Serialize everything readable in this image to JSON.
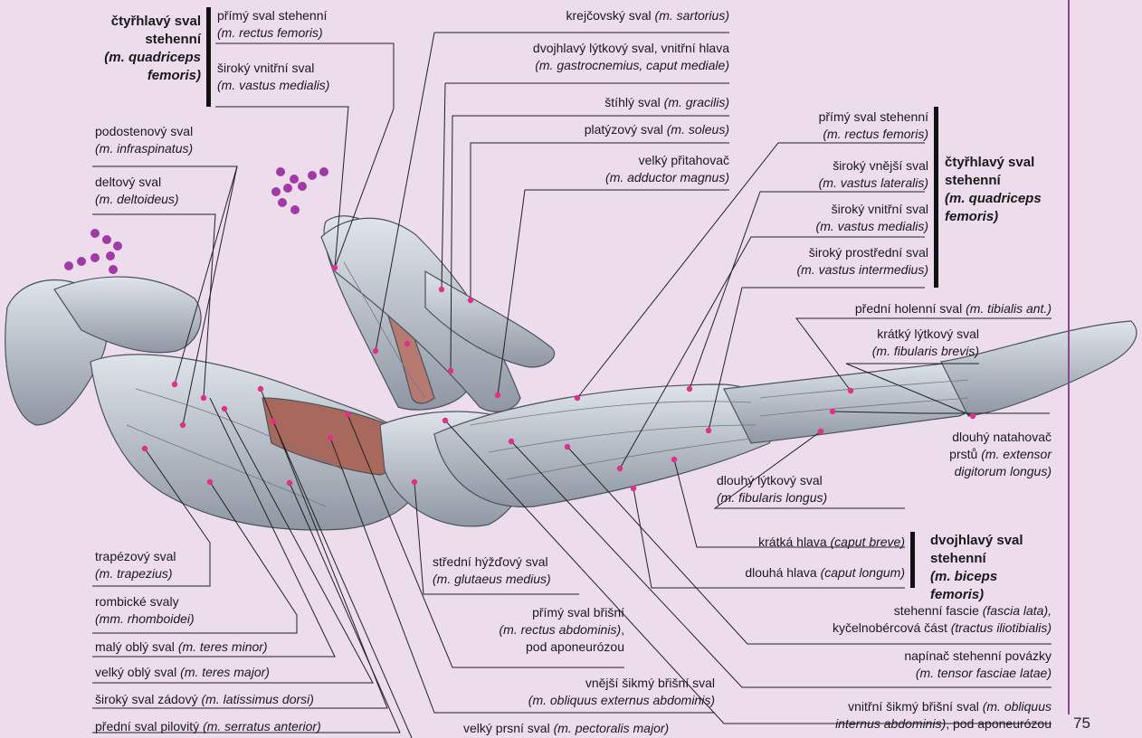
{
  "page_number": "75",
  "colors": {
    "background": "#ecdcec",
    "rule": "#8c4596",
    "marker": "#e0308a",
    "ornament": "#a23aa6"
  },
  "groups": {
    "quad_left": {
      "title": "čtyřhlavý sval stehenní",
      "latin": "(m. quadriceps femoris)"
    },
    "quad_right": {
      "title": "čtyřhlavý sval stehenní",
      "latin": "(m. quadriceps femoris)"
    },
    "biceps": {
      "title": "dvojhlavý sval stehenní",
      "latin": "(m. biceps femoris)"
    }
  },
  "labels": {
    "rectus_femoris_l": {
      "cz": "přímý sval stehenní",
      "lat": "(m. rectus femoris)"
    },
    "vastus_medialis_l": {
      "cz": "široký vnitřní sval",
      "lat": "(m. vastus medialis)"
    },
    "infraspinatus": {
      "cz": "podostenový sval",
      "lat": "(m. infraspinatus)"
    },
    "deltoideus": {
      "cz": "deltový sval",
      "lat": "(m. deltoideus)"
    },
    "sartorius": {
      "cz": "krejčovský sval",
      "lat": "(m. sartorius)"
    },
    "gastrocnemius": {
      "cz": "dvojhlavý lýtkový sval, vnitřní hlava",
      "lat": "(m. gastrocnemius, caput mediale)"
    },
    "gracilis": {
      "cz": "štíhlý sval",
      "lat": "(m. gracilis)"
    },
    "soleus": {
      "cz": "platýzový sval",
      "lat": "(m. soleus)"
    },
    "adductor": {
      "cz": "velký přitahovač",
      "lat": "(m. adductor magnus)"
    },
    "rectus_femoris_r": {
      "cz": "přímý sval stehenní",
      "lat": "(m. rectus femoris)"
    },
    "vastus_lateralis": {
      "cz": "široký vnější sval",
      "lat": "(m. vastus lateralis)"
    },
    "vastus_medialis_r": {
      "cz": "široký vnitřní sval",
      "lat": "(m. vastus medialis)"
    },
    "vastus_intermedius": {
      "cz": "široký prostřední sval",
      "lat": "(m. vastus intermedius)"
    },
    "tibialis": {
      "cz": "přední holenní sval",
      "lat": "(m. tibialis ant.)"
    },
    "fibularis_brevis": {
      "cz": "krátký lýtkový sval",
      "lat": "(m. fibularis brevis)"
    },
    "ext_digitorum": {
      "cz1": "dlouhý natahovač",
      "cz2": "prstů",
      "lat1": "(m. extensor",
      "lat2": "digitorum longus)"
    },
    "fibularis_longus": {
      "cz": "dlouhý lýtkový sval",
      "lat": "(m. fibularis longus)"
    },
    "caput_breve": {
      "cz": "krátká hlava",
      "lat": "(caput breve)"
    },
    "caput_longum": {
      "cz": "dlouhá hlava",
      "lat": "(caput longum)"
    },
    "fascia_lata": {
      "cz1": "stehenní fascie",
      "lat1": "(fascia lata),",
      "cz2": "kyčelnobércová část",
      "lat2": "(tractus iliotibialis)"
    },
    "tensor": {
      "cz": "napínač stehenní povázky",
      "lat": "(m. tensor fasciae latae)"
    },
    "obliquus_int": {
      "cz1": "vnitřní šikmý břišní sval",
      "lat1": "(m. obliquus",
      "lat2": "internus abdominis)",
      "cz2": ", pod aponeurózou"
    },
    "gluteus": {
      "cz": "střední hýžďový sval",
      "lat": "(m. glutaeus medius)"
    },
    "rectus_abd": {
      "cz1": "přímý sval břišní",
      "lat": "(m. rectus abdominis)",
      "comma": ",",
      "cz2": "pod aponeurózou"
    },
    "obliquus_ext": {
      "cz": "vnější šikmý břišní sval",
      "lat": "(m. obliquus externus abdominis)"
    },
    "pectoralis": {
      "cz": "velký prsní sval",
      "lat": "(m. pectoralis major)"
    },
    "trapezius": {
      "cz": "trapézový sval",
      "lat": "(m. trapezius)"
    },
    "rhomboidei": {
      "cz": "rombické svaly",
      "lat": "(mm. rhomboidei)"
    },
    "teres_minor": {
      "cz": "malý oblý sval",
      "lat": "(m. teres minor)"
    },
    "teres_major": {
      "cz": "velký oblý sval",
      "lat": "(m. teres major)"
    },
    "latissimus": {
      "cz": "široký sval zádový",
      "lat": "(m. latissimus dorsi)"
    },
    "serratus": {
      "cz": "přední sval pilovitý",
      "lat": "(m. serratus anterior)"
    }
  }
}
